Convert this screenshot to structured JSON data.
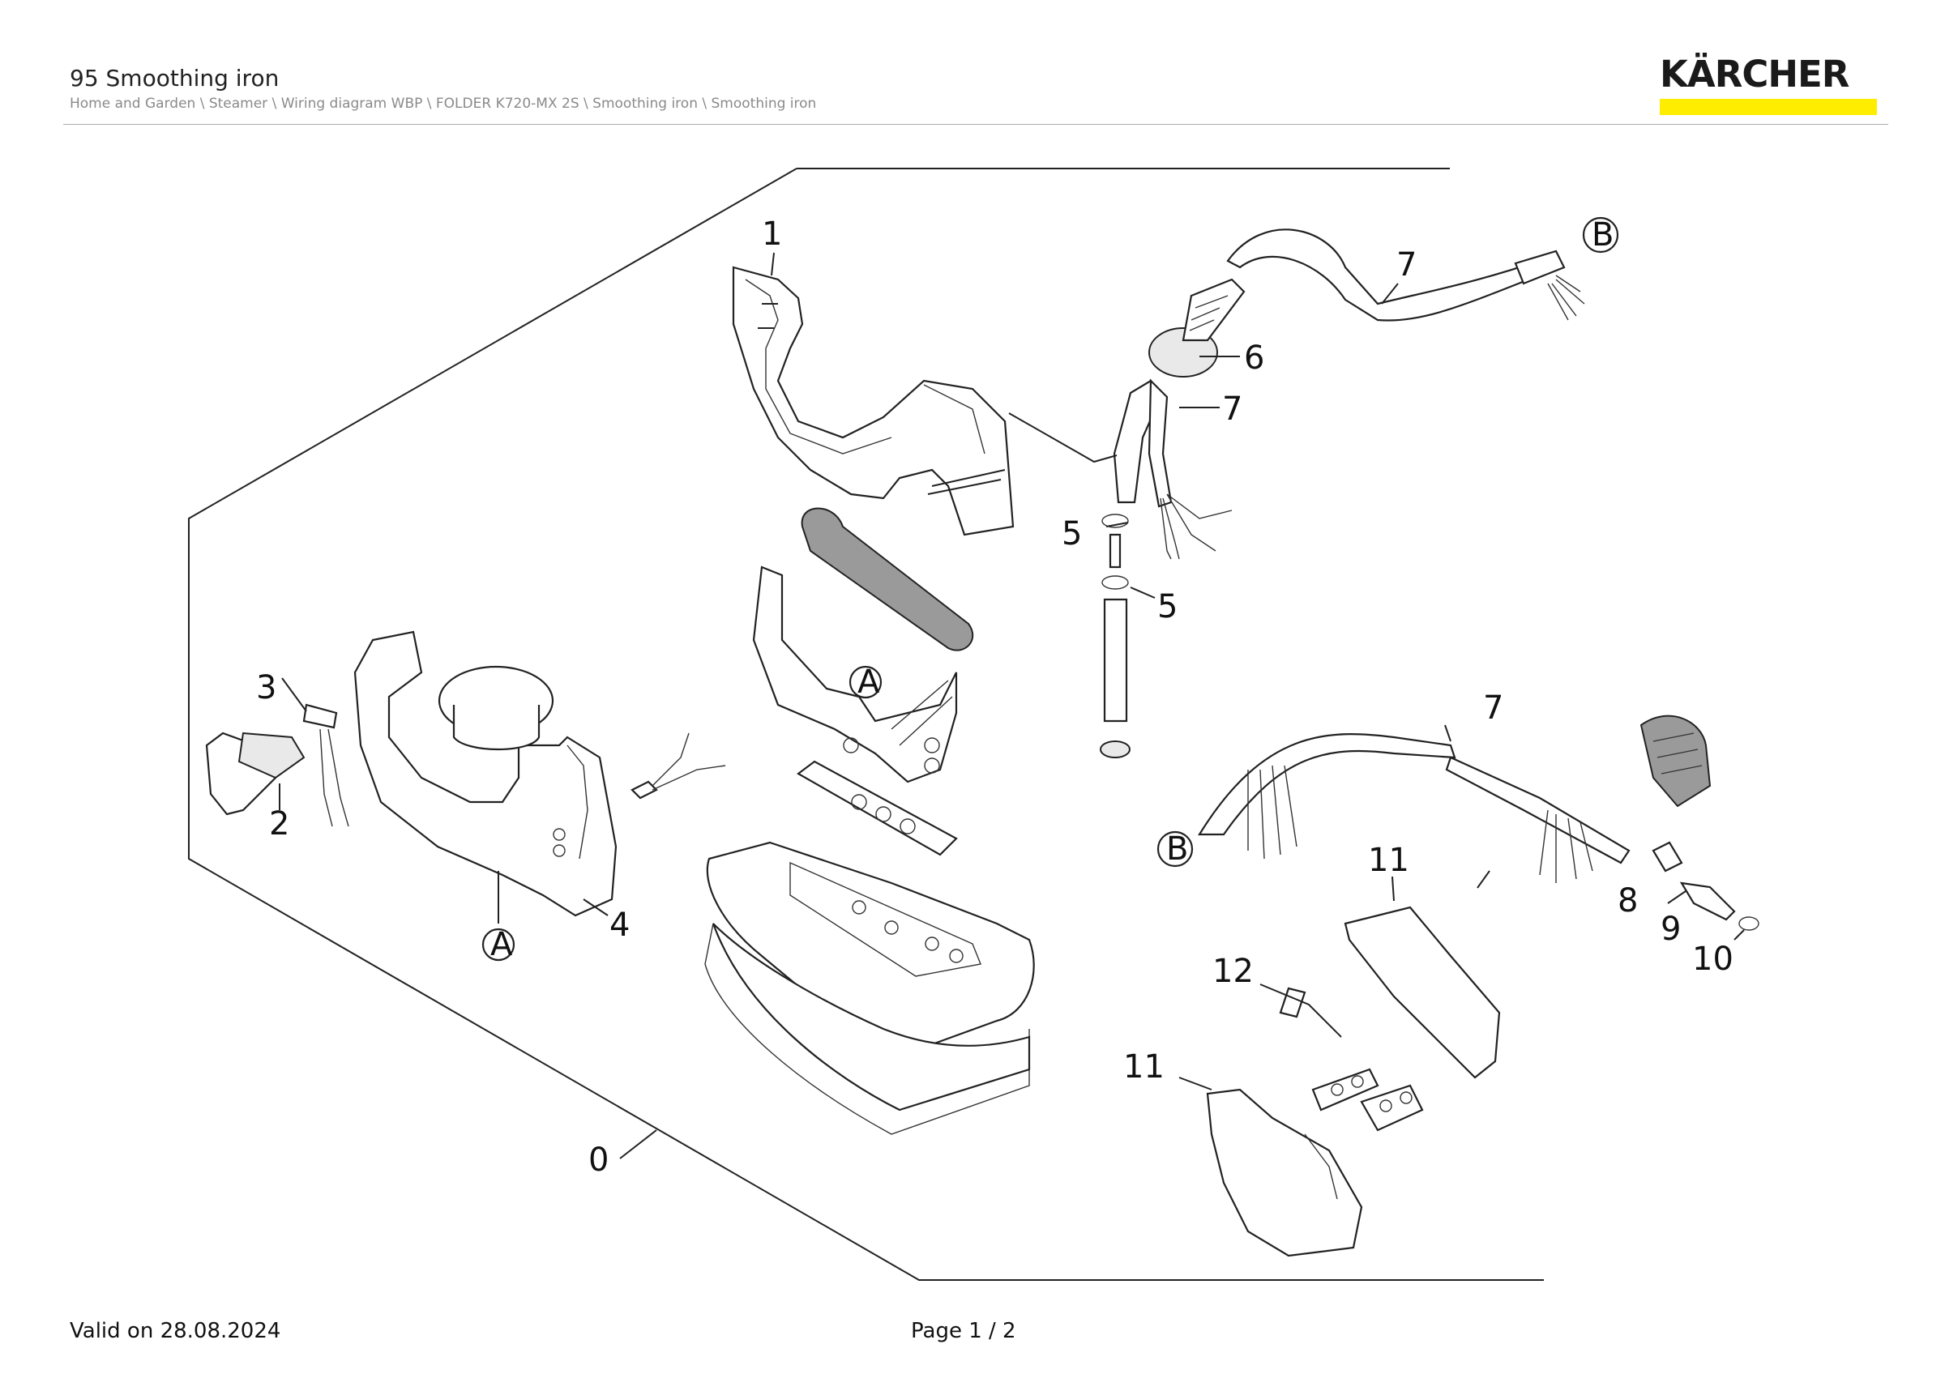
{
  "header": {
    "title": "95 Smoothing iron",
    "breadcrumb": "Home and Garden \\ Steamer \\ Wiring diagram WBP \\ FOLDER K720-MX 2S \\ Smoothing iron \\ Smoothing iron"
  },
  "logo": {
    "text": "KÄRCHER",
    "bar_color": "#ffed00"
  },
  "callouts": {
    "c0": "0",
    "c1": "1",
    "c2": "2",
    "c3": "3",
    "c4": "4",
    "c5a": "5",
    "c5b": "5",
    "c6": "6",
    "c7a": "7",
    "c7b": "7",
    "c7c": "7",
    "c8": "8",
    "c9": "9",
    "c10": "10",
    "c11a": "11",
    "c11b": "11",
    "c12": "12",
    "markA1": "A",
    "markA2": "A",
    "markB1": "B",
    "markB2": "B"
  },
  "footer": {
    "valid": "Valid on 28.08.2024",
    "page": "Page 1 / 2"
  }
}
